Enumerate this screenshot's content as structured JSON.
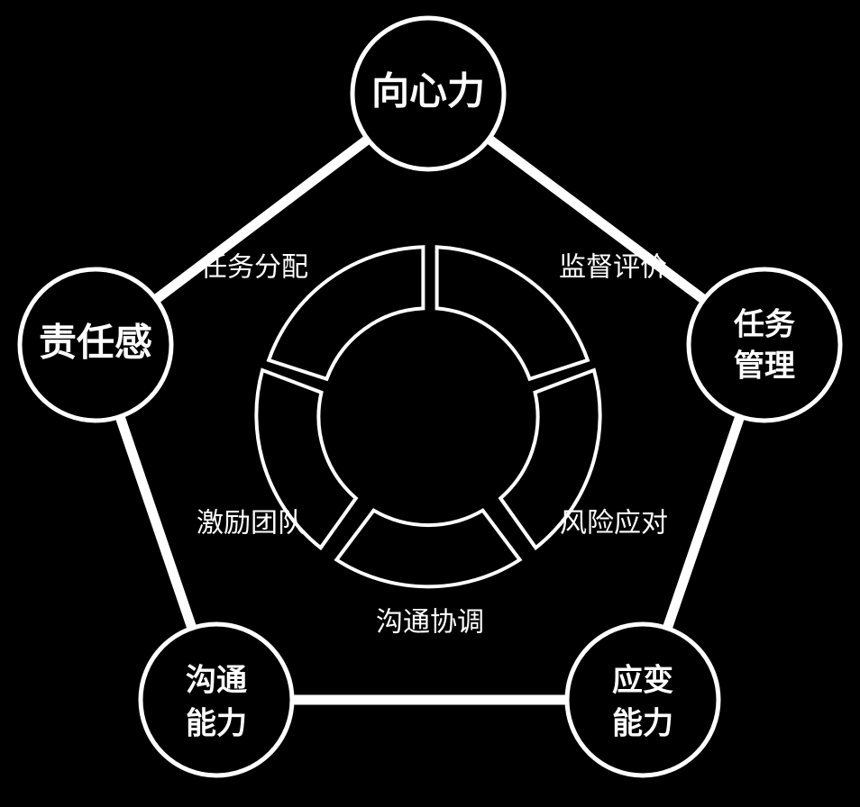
{
  "colors": {
    "background": "#000000",
    "foreground": "#ffffff"
  },
  "nodes": {
    "top": {
      "line1": "向心力",
      "line2": ""
    },
    "left": {
      "line1": "责任感",
      "line2": ""
    },
    "right": {
      "line1": "任务",
      "line2": "管理"
    },
    "bottom_left": {
      "line1": "沟通",
      "line2": "能力"
    },
    "bottom_right": {
      "line1": "应变",
      "line2": "能力"
    }
  },
  "ring_labels": {
    "task_assignment": "任务分配",
    "supervision": "监督评价",
    "motivation": "激励团队",
    "risk": "风险应对",
    "communication": "沟通协调"
  }
}
